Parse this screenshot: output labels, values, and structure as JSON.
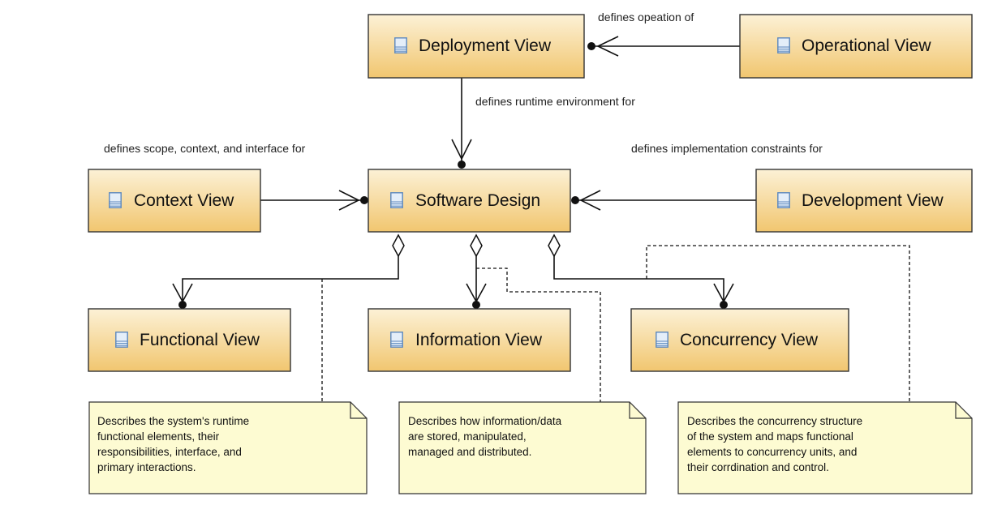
{
  "colors": {
    "box_fill_top": "#fcf1d6",
    "box_fill_bottom": "#f1c66f",
    "note_fill": "#fdfbd2",
    "icon_stroke": "#5b87bd",
    "icon_fill": "#e4eef9"
  },
  "nodes": {
    "deployment": "Deployment View",
    "operational": "Operational View",
    "context": "Context View",
    "software": "Software Design",
    "development": "Development View",
    "functional": "Functional View",
    "information": "Information View",
    "concurrency": "Concurrency View"
  },
  "edges": {
    "operational_to_deployment": "defines opeation of",
    "deployment_to_software": "defines runtime environment for",
    "context_to_software": "defines scope, context, and interface for",
    "development_to_software": "defines implementation constraints for"
  },
  "notes": {
    "functional": [
      "Describes the system's runtime",
      "functional elements, their",
      "responsibilities, interface, and",
      "primary interactions."
    ],
    "information": [
      "Describes how information/data",
      "are stored, manipulated,",
      "managed and distributed."
    ],
    "concurrency": [
      "Describes the concurrency structure",
      "of the system and maps functional",
      "elements to concurrency units, and",
      "their corrdination and control."
    ]
  }
}
